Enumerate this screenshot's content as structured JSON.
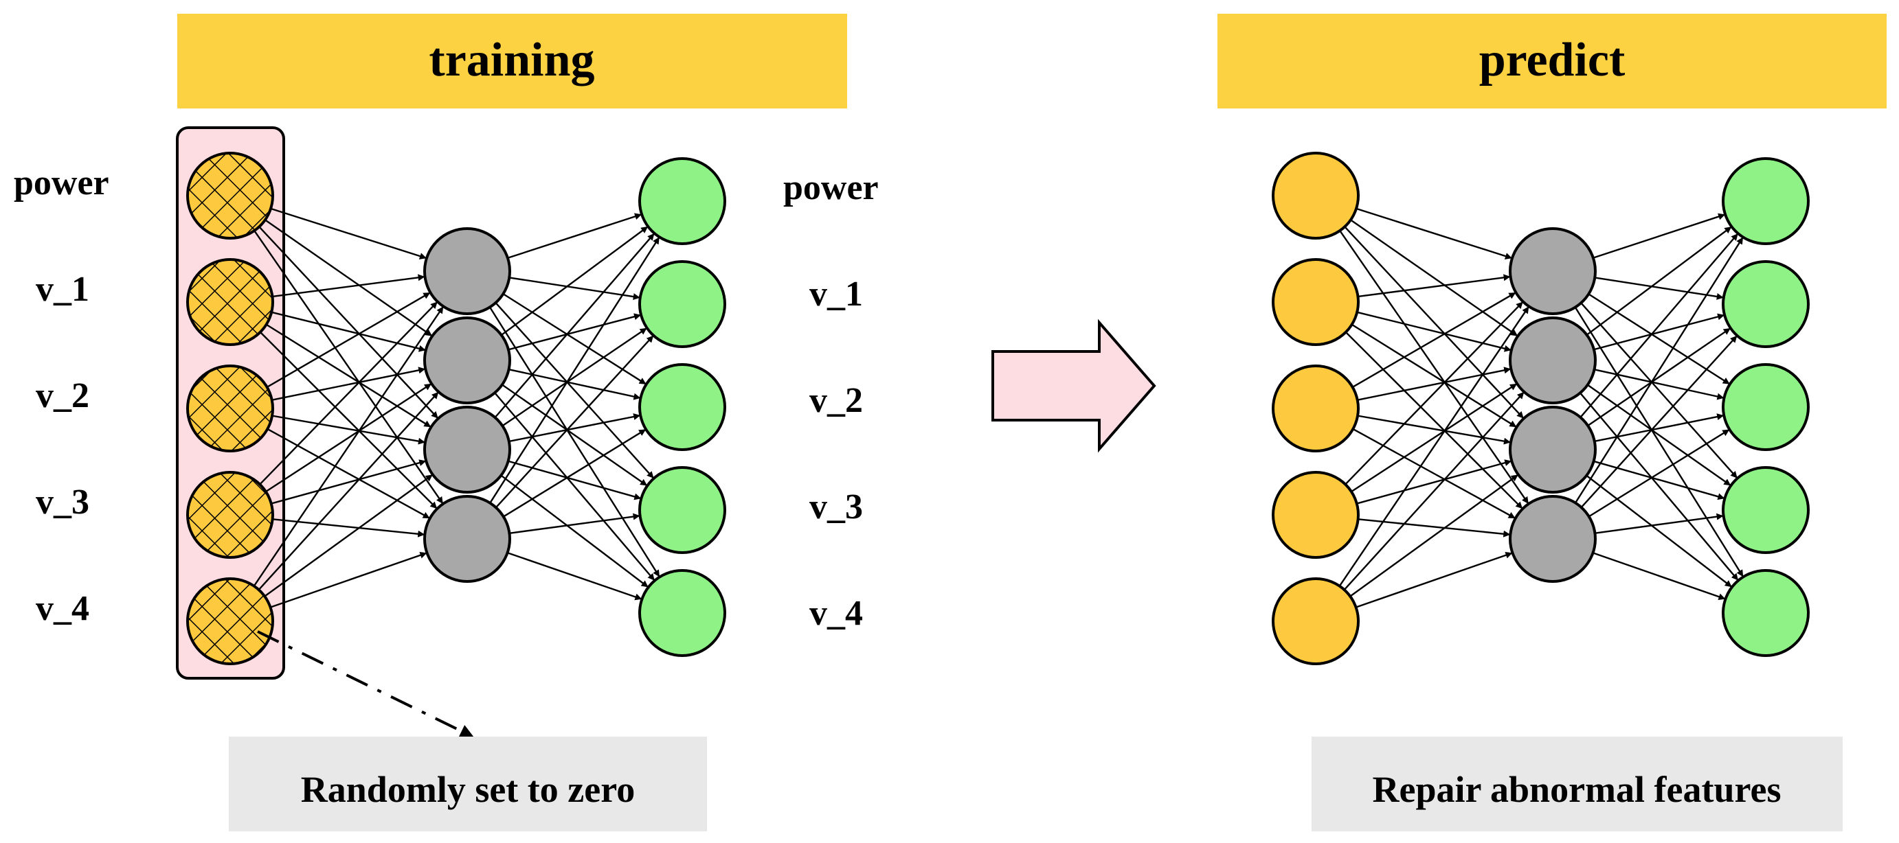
{
  "training": {
    "title": "training",
    "note": "Randomly set to zero"
  },
  "predict": {
    "title": "predict",
    "note": "Repair abnormal features"
  },
  "features": [
    "power",
    "v_1",
    "v_2",
    "v_3",
    "v_4"
  ],
  "colors": {
    "title_band": "#FDD242",
    "note_box": "#E8E8E8",
    "input_node": "#FDC93F",
    "hidden_node": "#A8A8A8",
    "output_node": "#8FF286",
    "dropout_panel": "#FDDCE2",
    "arrow_fill": "#FDDCE2"
  }
}
